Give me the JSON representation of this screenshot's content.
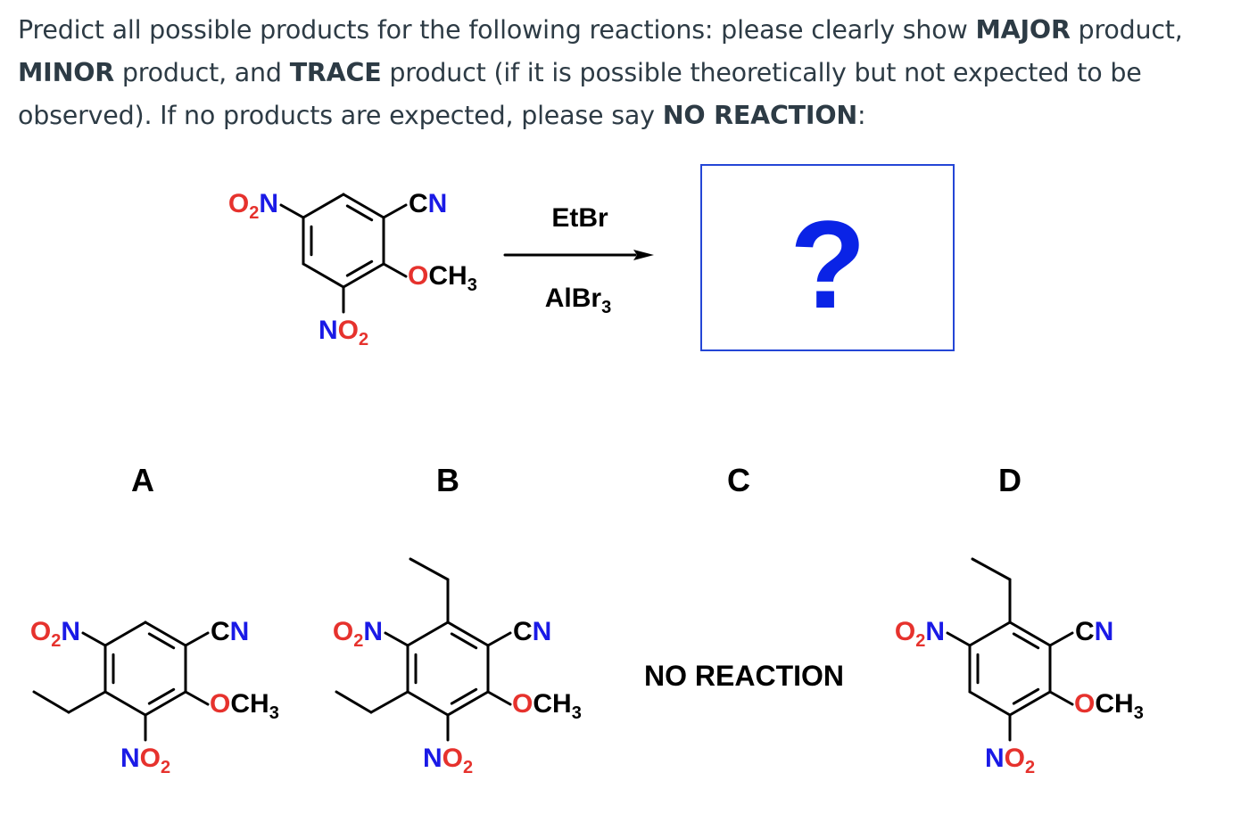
{
  "question": {
    "parts": [
      {
        "text": "Predict all possible products for the following reactions: please clearly show ",
        "bold": false
      },
      {
        "text": "MAJOR",
        "bold": true
      },
      {
        "text": " product, ",
        "bold": false
      },
      {
        "text": "MINOR",
        "bold": true
      },
      {
        "text": " product, and ",
        "bold": false
      },
      {
        "text": "TRACE",
        "bold": true
      },
      {
        "text": " product (if it is possible theoretically but not expected to be observed). If no products are expected, please say ",
        "bold": false
      },
      {
        "text": "NO REACTION",
        "bold": true
      },
      {
        "text": ":",
        "bold": false
      }
    ]
  },
  "reaction": {
    "reagent_top": "EtBr",
    "reagent_bottom_main": "AlBr",
    "reagent_bottom_sub": "3",
    "answer_mark": "?"
  },
  "groups": {
    "nitro_left": {
      "a": "O",
      "sub": "2",
      "b": "N"
    },
    "nitro_bottom": {
      "a": "NO",
      "sub": "2"
    },
    "cyano": "CN",
    "methoxy": {
      "a": "OCH",
      "sub": "3"
    }
  },
  "choices": [
    {
      "letter": "A"
    },
    {
      "letter": "B"
    },
    {
      "letter": "C",
      "text": "NO REACTION"
    },
    {
      "letter": "D"
    }
  ],
  "colors": {
    "text": "#2d3b45",
    "nitrogen": "#1a1ae6",
    "oxygen": "#e6322d",
    "question_mark": "#0a23e6",
    "answer_box": "#2446d6"
  }
}
